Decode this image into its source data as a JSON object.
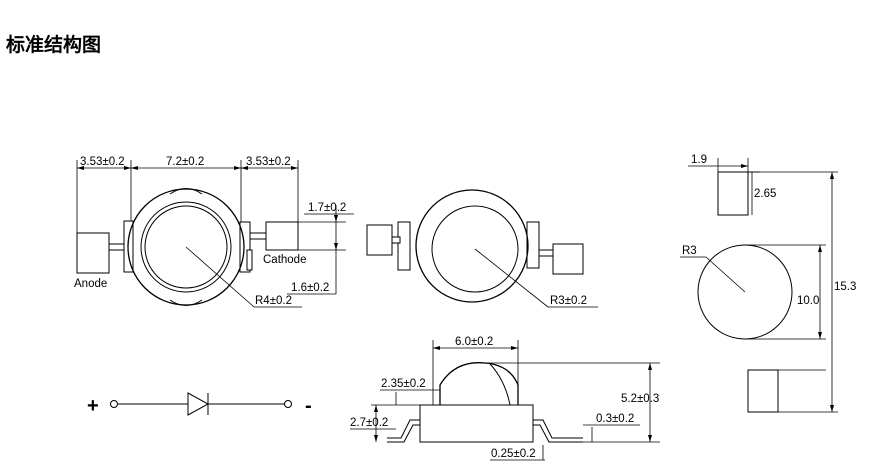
{
  "title": "标准结构图",
  "top_view": {
    "dim_left": "3.53±0.2",
    "dim_center": "7.2±0.2",
    "dim_right": "3.53±0.2",
    "dim_lead_width": "1.7±0.2",
    "dim_lead_offset": "1.6±0.2",
    "dim_radius": "R4±0.2",
    "label_anode": "Anode",
    "label_cathode": "Cathode"
  },
  "middle_view": {
    "dim_radius": "R3±0.2"
  },
  "side_view": {
    "dim_lens_width": "6.0±0.2",
    "dim_lens_height": "2.35±0.2",
    "dim_body_height": "2.7±0.2",
    "dim_total_height": "5.2±0.3",
    "dim_lead_thickness": "0.3±0.2",
    "dim_lead_bottom": "0.25±0.2"
  },
  "footprint": {
    "dim_pad_width": "1.9",
    "dim_pad_height": "2.65",
    "dim_circle_radius": "R3",
    "dim_circle_size": "10.0",
    "dim_total": "15.3"
  },
  "symbol": {
    "plus": "+",
    "minus": "-"
  }
}
